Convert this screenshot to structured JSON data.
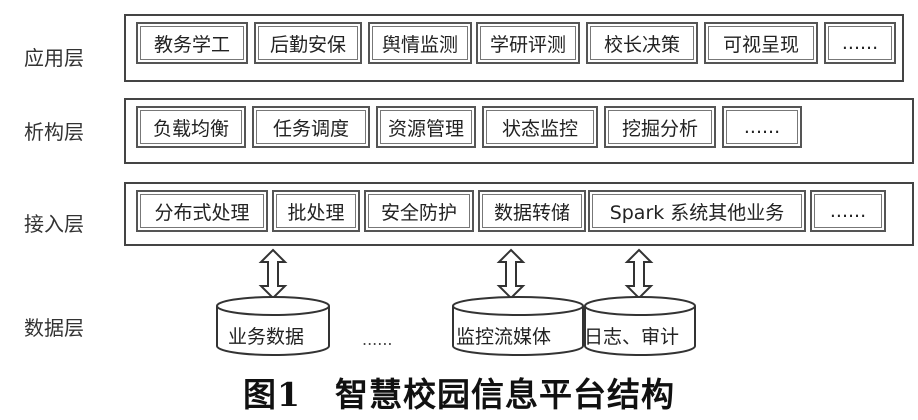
{
  "layers": [
    {
      "label": "应用层",
      "items": [
        "教务学工",
        "后勤安保",
        "舆情监测",
        "学研评测",
        "校长决策",
        "可视呈现",
        "......"
      ]
    },
    {
      "label": "析构层",
      "items": [
        "负载均衡",
        "任务调度",
        "资源管理",
        "状态监控",
        "挖掘分析",
        "......"
      ]
    },
    {
      "label": "接入层",
      "items": [
        "分布式处理",
        "批处理",
        "安全防护",
        "数据转储",
        "Spark 系统其他业务",
        "......"
      ]
    },
    {
      "label": "数据层"
    }
  ],
  "data_stores": [
    "业务数据",
    "监控流媒体",
    "日志、审计"
  ],
  "data_ellipsis": "......",
  "caption": {
    "number": "图1",
    "title": "智慧校园信息平台结构"
  }
}
